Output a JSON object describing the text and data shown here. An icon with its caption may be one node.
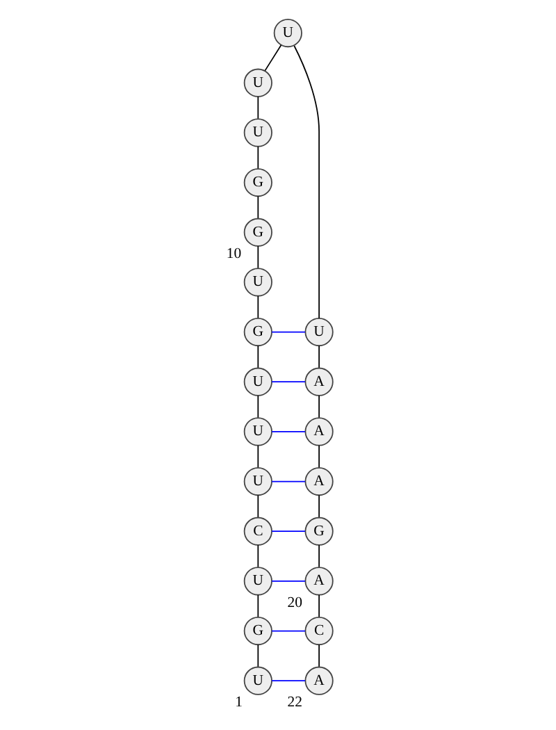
{
  "diagram": {
    "nodes": [
      {
        "text": [
          "U"
        ],
        "beside": [
          "1"
        ]
      },
      {
        "text": [
          "G"
        ]
      },
      {
        "text": [
          "U"
        ]
      },
      {
        "text": [
          "C"
        ]
      },
      {
        "text": [
          "U"
        ]
      },
      {
        "text": [
          "U"
        ]
      },
      {
        "text": [
          "U"
        ]
      },
      {
        "text": [
          "G"
        ]
      },
      {
        "text": [
          "U"
        ]
      },
      {
        "text": [
          "G"
        ],
        "beside": [
          "10"
        ]
      },
      {
        "text": [
          "G"
        ]
      },
      {
        "text": [
          "U"
        ]
      },
      {
        "text": [
          "U"
        ]
      },
      {
        "text": [
          "U"
        ]
      },
      {
        "text": [
          "U"
        ]
      },
      {
        "text": [
          "A"
        ]
      },
      {
        "text": [
          "A"
        ]
      },
      {
        "text": [
          "A"
        ]
      },
      {
        "text": [
          "G"
        ]
      },
      {
        "text": [
          "A"
        ],
        "beside": [
          "20"
        ]
      },
      {
        "text": [
          "C"
        ]
      },
      {
        "text": [
          "A"
        ],
        "beside": [
          "22"
        ]
      }
    ],
    "edges": [
      {
        "from": 0,
        "to": 1,
        "arrow": "none"
      },
      {
        "from": 1,
        "to": 2,
        "arrow": "none"
      },
      {
        "from": 2,
        "to": 3,
        "arrow": "none"
      },
      {
        "from": 3,
        "to": 4,
        "arrow": "none"
      },
      {
        "from": 4,
        "to": 5,
        "arrow": "none"
      },
      {
        "from": 5,
        "to": 6,
        "arrow": "none"
      },
      {
        "from": 6,
        "to": 7,
        "arrow": "none"
      },
      {
        "from": 7,
        "to": 8,
        "arrow": "none"
      },
      {
        "from": 8,
        "to": 9,
        "arrow": "none"
      },
      {
        "from": 9,
        "to": 10,
        "arrow": "none"
      },
      {
        "from": 10,
        "to": 11,
        "arrow": "none"
      },
      {
        "from": 11,
        "to": 12,
        "arrow": "none"
      },
      {
        "from": 12,
        "to": 13,
        "arrow": "none"
      },
      {
        "from": 13,
        "to": 14,
        "arrow": "none"
      },
      {
        "from": 14,
        "to": 15,
        "arrow": "none"
      },
      {
        "from": 15,
        "to": 16,
        "arrow": "none"
      },
      {
        "from": 16,
        "to": 17,
        "arrow": "none"
      },
      {
        "from": 17,
        "to": 18,
        "arrow": "none"
      },
      {
        "from": 18,
        "to": 19,
        "arrow": "none"
      },
      {
        "from": 19,
        "to": 20,
        "arrow": "none"
      },
      {
        "from": 20,
        "to": 21,
        "arrow": "none"
      },
      {
        "from": 0,
        "to": 21,
        "arrow": "none",
        "color": "#0000ff"
      },
      {
        "from": 1,
        "to": 20,
        "arrow": "none",
        "color": "#0000ff"
      },
      {
        "from": 2,
        "to": 19,
        "arrow": "none",
        "color": "#0000ff"
      },
      {
        "from": 3,
        "to": 18,
        "arrow": "none",
        "color": "#0000ff"
      },
      {
        "from": 4,
        "to": 17,
        "arrow": "none",
        "color": "#0000ff"
      },
      {
        "from": 5,
        "to": 16,
        "arrow": "none",
        "color": "#0000ff"
      },
      {
        "from": 6,
        "to": 15,
        "arrow": "none",
        "color": "#0000ff"
      },
      {
        "from": 7,
        "to": 14,
        "arrow": "none",
        "color": "#0000ff"
      }
    ]
  }
}
